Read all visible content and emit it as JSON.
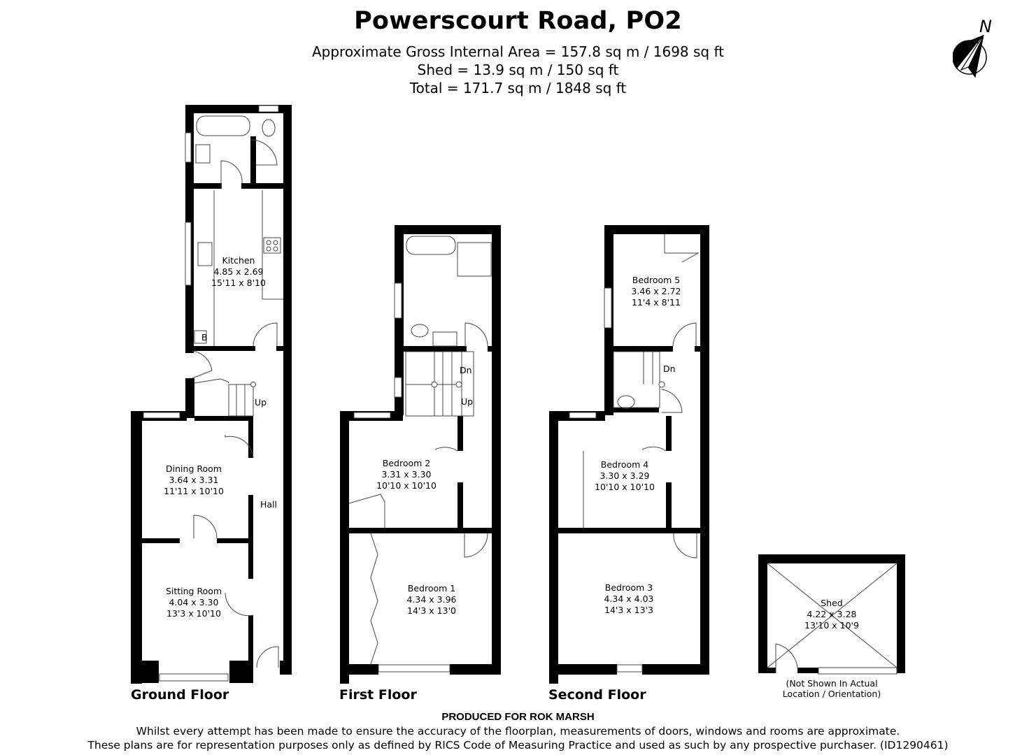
{
  "header": {
    "title": "Powerscourt Road, PO2",
    "gross_area": "Approximate Gross Internal Area = 157.8 sq m / 1698 sq ft",
    "shed_area": "Shed = 13.9 sq m / 150 sq ft",
    "total_area": "Total = 171.7 sq m / 1848 sq ft"
  },
  "compass": {
    "icon": "north-arrow-icon",
    "label": "N"
  },
  "floors": [
    {
      "name": "Ground Floor"
    },
    {
      "name": "First Floor"
    },
    {
      "name": "Second Floor"
    }
  ],
  "rooms": {
    "kitchen": {
      "name": "Kitchen",
      "metric": "4.85 x 2.69",
      "imperial": "15'11 x 8'10"
    },
    "dining": {
      "name": "Dining Room",
      "metric": "3.64 x 3.31",
      "imperial": "11'11 x 10'10"
    },
    "sitting": {
      "name": "Sitting Room",
      "metric": "4.04 x 3.30",
      "imperial": "13'3 x 10'10"
    },
    "hall": {
      "name": "Hall"
    },
    "bedroom2": {
      "name": "Bedroom 2",
      "metric": "3.31 x 3.30",
      "imperial": "10'10 x 10'10"
    },
    "bedroom1": {
      "name": "Bedroom 1",
      "metric": "4.34 x 3.96",
      "imperial": "14'3 x 13'0"
    },
    "bedroom5": {
      "name": "Bedroom 5",
      "metric": "3.46 x 2.72",
      "imperial": "11'4 x 8'11"
    },
    "bedroom4": {
      "name": "Bedroom 4",
      "metric": "3.30 x 3.29",
      "imperial": "10'10 x 10'10"
    },
    "bedroom3": {
      "name": "Bedroom 3",
      "metric": "4.34 x 4.03",
      "imperial": "14'3 x 13'3"
    },
    "shed": {
      "name": "Shed",
      "metric": "4.22 x 3.28",
      "imperial": "13'10 x 10'9"
    }
  },
  "stairs": {
    "ground_up": "Up",
    "first_dn": "Dn",
    "first_up": "Up",
    "second_dn": "Dn"
  },
  "boiler_label": "B",
  "shed_note": "(Not Shown In Actual Location / Orientation)",
  "footer": {
    "produced_for": "PRODUCED FOR ROK MARSH",
    "disclaimer_1": "Whilst every attempt has been made to ensure the accuracy of the floorplan, measurements of doors, windows and rooms are approximate.",
    "disclaimer_2": "These plans are for representation purposes only as defined by RICS Code of Measuring Practice and used as such by any prospective purchaser. (ID1290461)"
  },
  "colors": {
    "wall": "#000000",
    "background": "#ffffff",
    "fixture_line": "#555555"
  },
  "walls": {
    "ground": [
      [
        265,
        150,
        12,
        355
      ],
      [
        265,
        150,
        152,
        12
      ],
      [
        405,
        150,
        12,
        815
      ],
      [
        277,
        262,
        40,
        8
      ],
      [
        345,
        262,
        72,
        8
      ],
      [
        358,
        195,
        8,
        67
      ],
      [
        265,
        495,
        100,
        7
      ],
      [
        395,
        495,
        22,
        7
      ],
      [
        265,
        541,
        13,
        57
      ],
      [
        278,
        595,
        80,
        7
      ],
      [
        187,
        588,
        80,
        14
      ],
      [
        187,
        588,
        16,
        390
      ],
      [
        187,
        770,
        70,
        7
      ],
      [
        310,
        770,
        48,
        7
      ],
      [
        355,
        595,
        7,
        60
      ],
      [
        355,
        708,
        7,
        120
      ],
      [
        355,
        880,
        7,
        85
      ],
      [
        187,
        945,
        40,
        32
      ],
      [
        328,
        945,
        34,
        32
      ],
      [
        400,
        945,
        17,
        20
      ]
    ],
    "first": [
      [
        564,
        322,
        152,
        13
      ],
      [
        564,
        322,
        13,
        272
      ],
      [
        703,
        322,
        13,
        643
      ],
      [
        577,
        495,
        90,
        8
      ],
      [
        697,
        495,
        19,
        8
      ],
      [
        486,
        588,
        90,
        14
      ],
      [
        486,
        588,
        13,
        390
      ],
      [
        499,
        755,
        206,
        8
      ],
      [
        654,
        595,
        8,
        50
      ],
      [
        654,
        690,
        8,
        70
      ],
      [
        486,
        950,
        55,
        15
      ],
      [
        643,
        950,
        73,
        15
      ]
    ],
    "second": [
      [
        864,
        322,
        150,
        13
      ],
      [
        864,
        322,
        13,
        272
      ],
      [
        1001,
        322,
        13,
        643
      ],
      [
        877,
        495,
        85,
        8
      ],
      [
        993,
        495,
        21,
        8
      ],
      [
        877,
        583,
        65,
        7
      ],
      [
        785,
        588,
        80,
        14
      ],
      [
        785,
        588,
        13,
        390
      ],
      [
        798,
        755,
        210,
        8
      ],
      [
        952,
        595,
        8,
        50
      ],
      [
        952,
        690,
        8,
        70
      ],
      [
        785,
        950,
        97,
        15
      ],
      [
        918,
        950,
        96,
        15
      ]
    ],
    "shed": [
      [
        1084,
        793,
        210,
        13
      ],
      [
        1084,
        793,
        13,
        170
      ],
      [
        1282,
        793,
        12,
        170
      ],
      [
        1084,
        955,
        25,
        8
      ],
      [
        1140,
        955,
        30,
        8
      ],
      [
        1282,
        955,
        12,
        8
      ]
    ]
  }
}
